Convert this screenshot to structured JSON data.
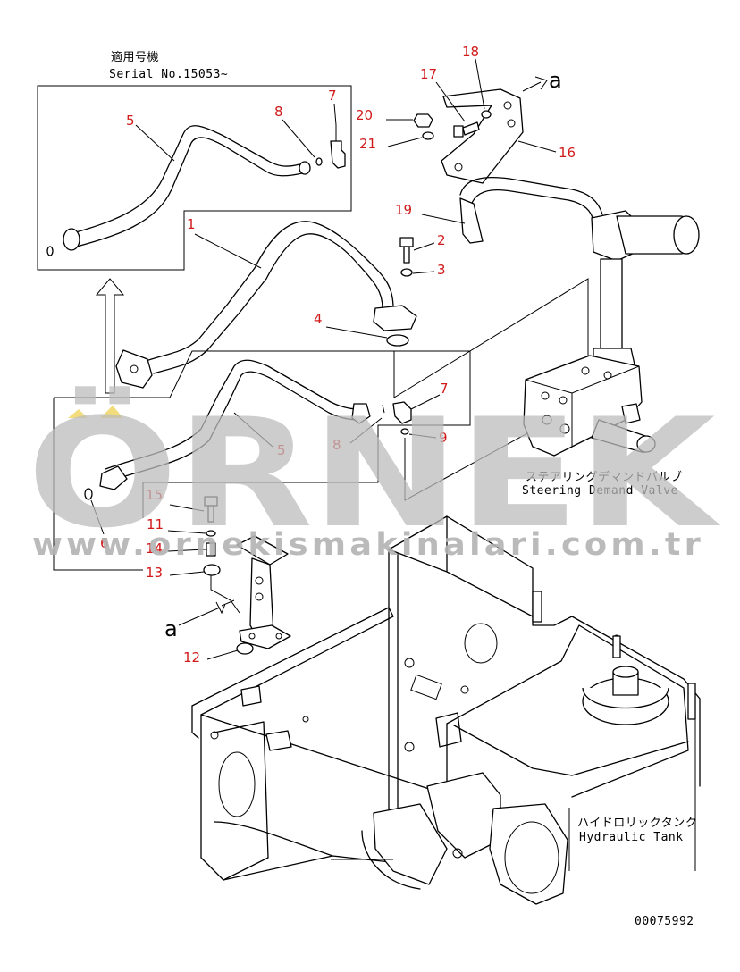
{
  "header": {
    "applicable_models_jp": "適用号機",
    "serial_no": "Serial No.15053~"
  },
  "labels": {
    "valve_jp": "ステアリングデマンドバルブ",
    "valve_en": "Steering Demand Valve",
    "tank_jp": "ハイドロリックタンク",
    "tank_en": "Hydraulic Tank",
    "view_marker_top": "a",
    "view_marker_mid": "a",
    "drawing_number": "00075992"
  },
  "watermark": {
    "brand": "ÖRNEK",
    "url": "www.ornekismakinalari.com.tr"
  },
  "callouts": {
    "c1": "1",
    "c2": "2",
    "c3": "3",
    "c4": "4",
    "c5_inset": "5",
    "c5_main": "5",
    "c6": "6",
    "c7_inset": "7",
    "c7_main": "7",
    "c8_inset": "8",
    "c8_main": "8",
    "c9": "9",
    "c11": "11",
    "c12": "12",
    "c13": "13",
    "c14": "14",
    "c15": "15",
    "c16": "16",
    "c17": "17",
    "c18": "18",
    "c19": "19",
    "c20": "20",
    "c21": "21"
  },
  "colors": {
    "callout": "#d11a1a",
    "line": "#000000",
    "watermark": "#bcbcbc",
    "watermark_dots": "#f2dc7c"
  }
}
